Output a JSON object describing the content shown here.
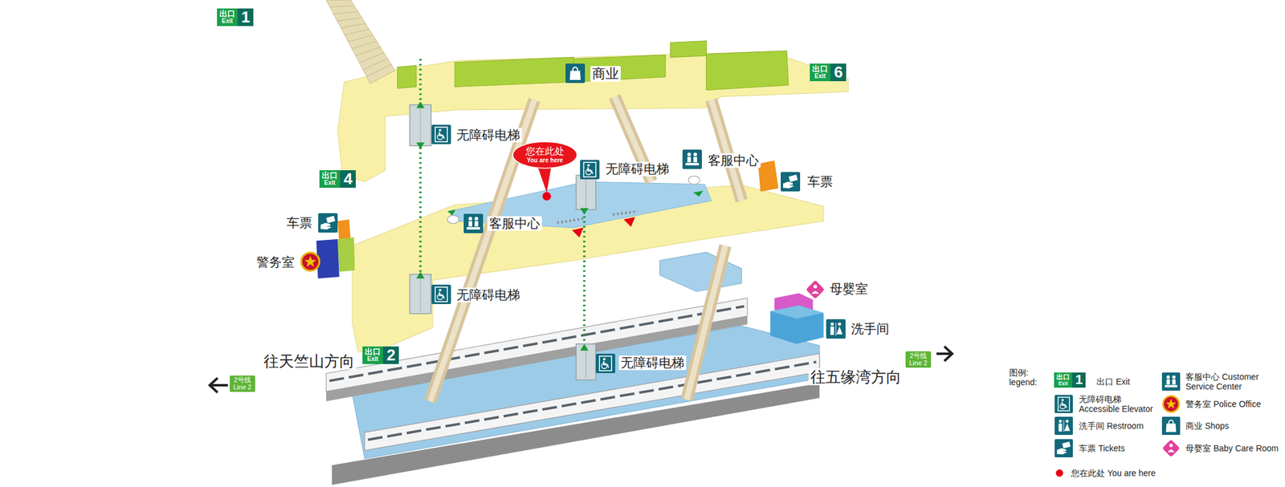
{
  "diagram": {
    "nodes": [
      {
        "text": [
          "出口",
          "Exit",
          "1"
        ]
      },
      {
        "text": [
          "出口",
          "Exit",
          "6"
        ]
      },
      {
        "text": [
          "出口",
          "Exit",
          "4"
        ]
      },
      {
        "text": [
          "出口",
          "Exit",
          "2"
        ]
      },
      {
        "text": [
          "您在此处",
          "You are here"
        ]
      },
      {
        "text": [
          "2号线 Line 2"
        ]
      },
      {
        "text": [
          "2号线 Line 2"
        ]
      },
      {
        "text": [
          "出口",
          "Exit",
          "1"
        ]
      }
    ],
    "labels": [
      "商业",
      "无障碍电梯",
      "无障碍电梯",
      "客服中心",
      "车票",
      "车票",
      "客服中心",
      "警务室",
      "无障碍电梯",
      "母婴室",
      "洗手间",
      "往天竺山方向",
      "无障碍电梯",
      "往五缘湾方向",
      "图例: legend:"
    ],
    "legend": [
      {
        "text": "出口 Exit"
      },
      {
        "text": "无障碍电梯 Accessible Elevator"
      },
      {
        "text": "洗手间 Restroom"
      },
      {
        "text": "车票 Tickets"
      },
      {
        "text": "您在此处 You are here",
        "color": "#e60012"
      },
      {
        "text": "客服中心 Customer Service Center"
      },
      {
        "text": "警务室 Police Office"
      },
      {
        "text": "商业 Shops"
      },
      {
        "text": "母婴室 Baby Care Room"
      }
    ]
  }
}
